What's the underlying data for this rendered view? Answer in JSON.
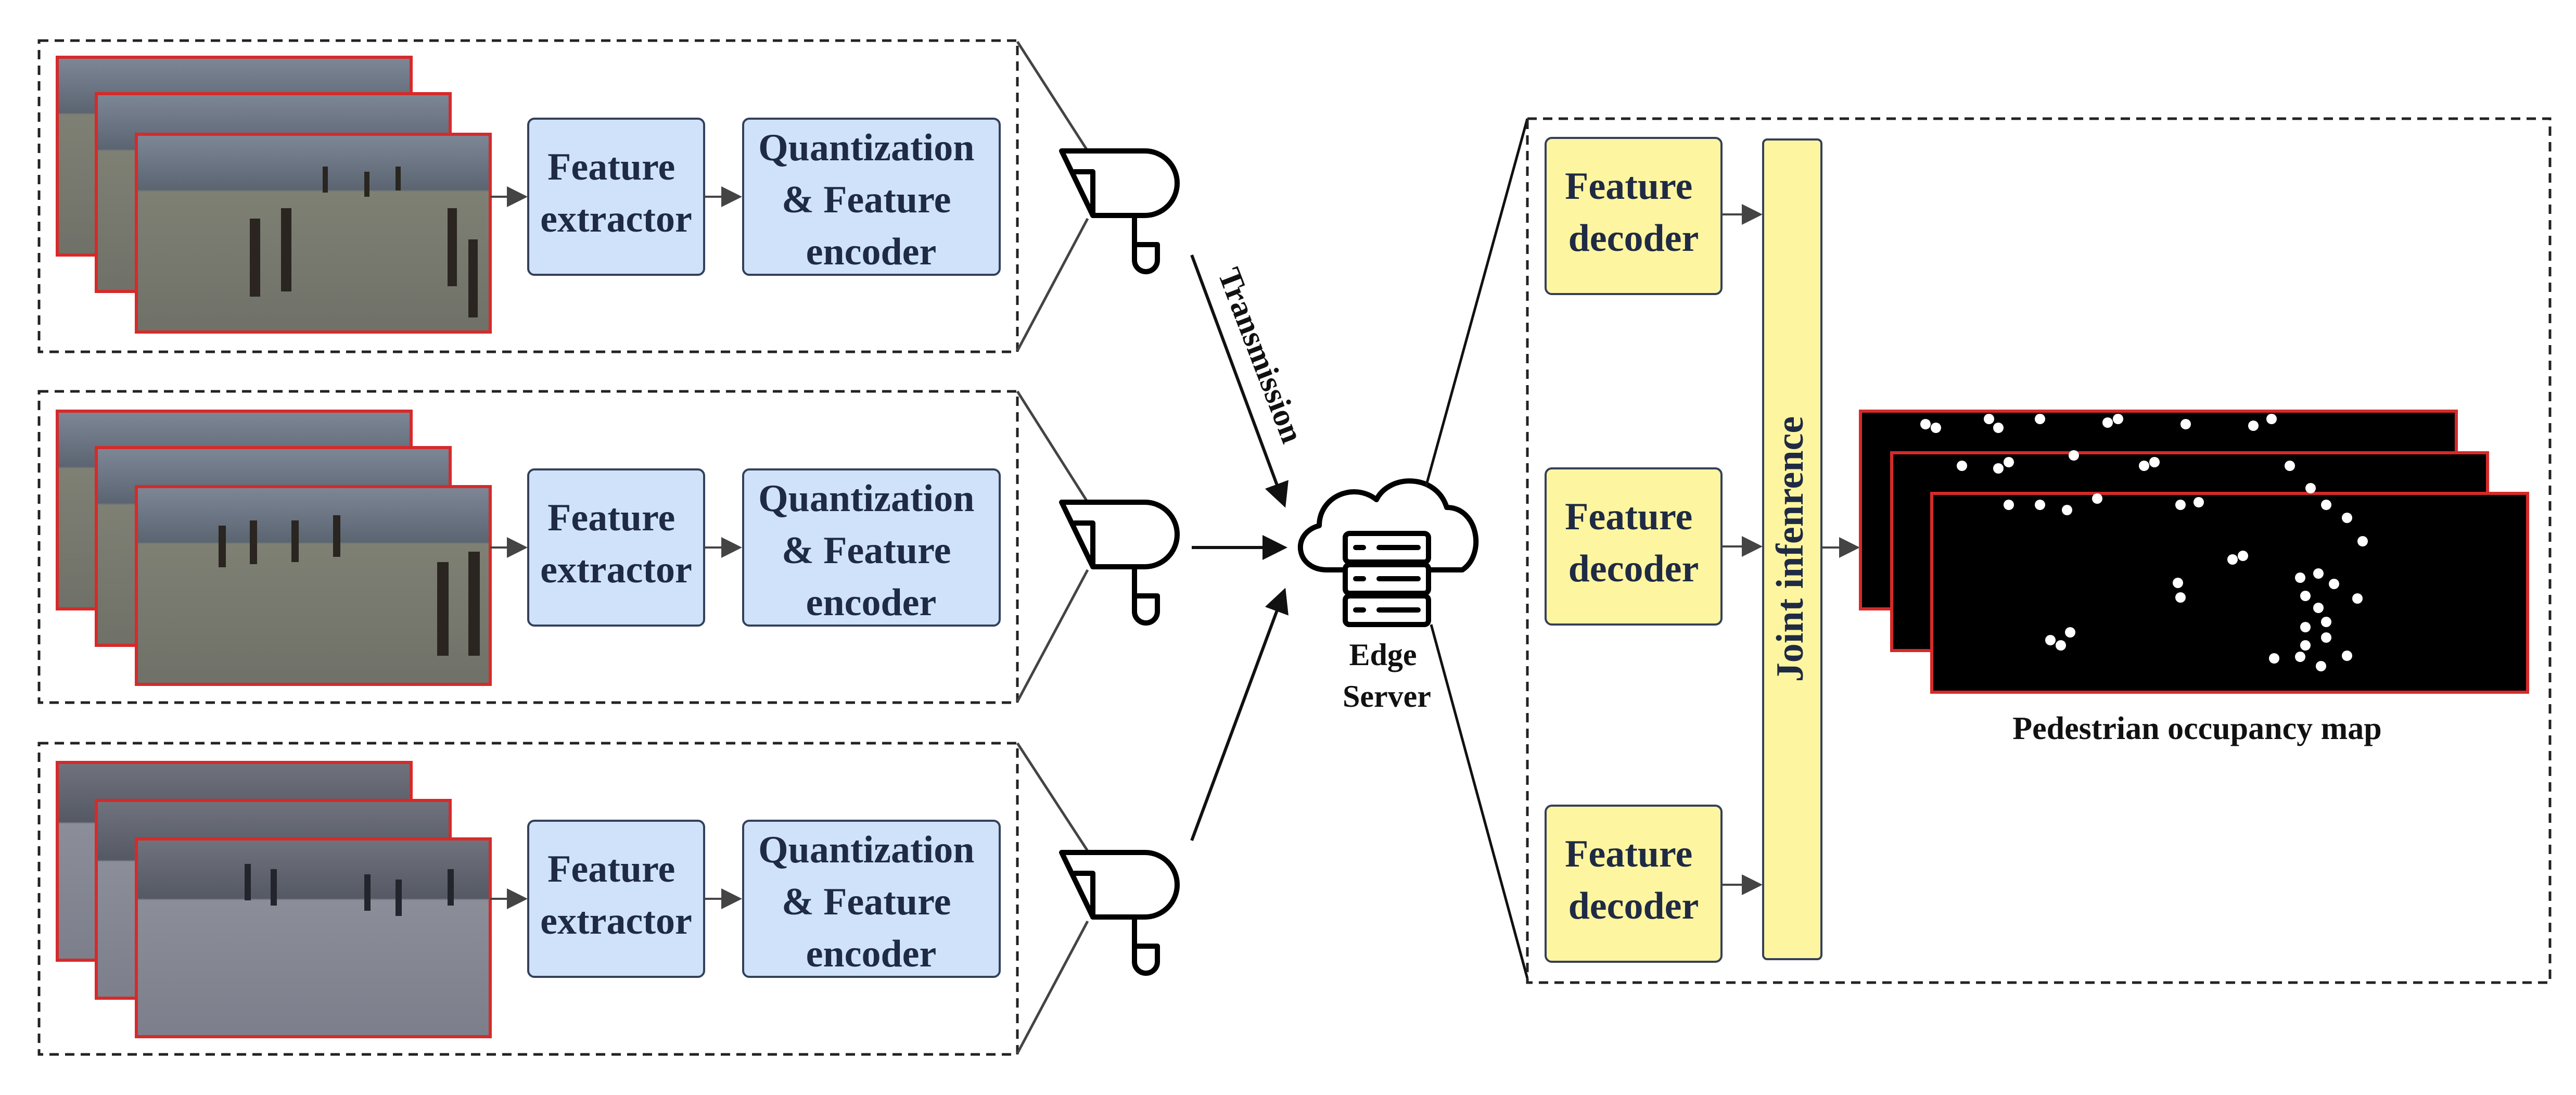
{
  "camera_pipelines": [
    {
      "feature_extractor": [
        "Feature",
        "extractor"
      ],
      "encoder": [
        "Quantization",
        "& Feature",
        "encoder"
      ]
    },
    {
      "feature_extractor": [
        "Feature",
        "extractor"
      ],
      "encoder": [
        "Quantization",
        "& Feature",
        "encoder"
      ]
    },
    {
      "feature_extractor": [
        "Feature",
        "extractor"
      ],
      "encoder": [
        "Quantization",
        "& Feature",
        "encoder"
      ]
    }
  ],
  "transmission_label": "Transmission",
  "edge_server_label": [
    "Edge",
    "Server"
  ],
  "feature_decoders": [
    [
      "Feature",
      "decoder"
    ],
    [
      "Feature",
      "decoder"
    ],
    [
      "Feature",
      "decoder"
    ]
  ],
  "joint_inference_label": "Joint infenrence",
  "occupancy_map_label": "Pedestrian occupancy map",
  "colors": {
    "encoder_fill": "#cfe2f9",
    "decoder_fill": "#fdf5a0",
    "frame_border": "#d62a2a",
    "text": "#1f2a44",
    "line": "#2b2b2b",
    "dashed_border": "#222222",
    "map_background": "#000000",
    "pedestrian_dot": "#ffffff"
  }
}
